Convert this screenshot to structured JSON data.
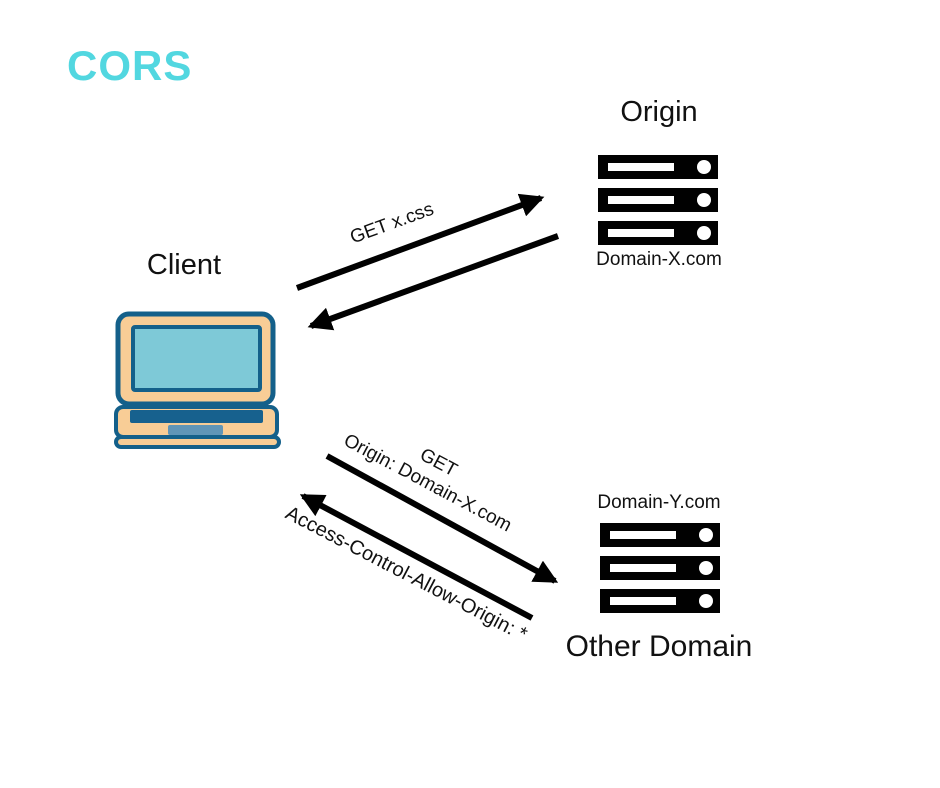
{
  "title": "CORS",
  "colors": {
    "accent": "#52D7E0",
    "text": "#111111",
    "arrow": "#010101",
    "server": "#010101",
    "laptop_body": "#F8CD96",
    "laptop_outline": "#14608A",
    "laptop_screen": "#7EC9D7",
    "laptop_keyboard": "#17618E",
    "laptop_touchpad": "#6095B7"
  },
  "client": {
    "label": "Client",
    "icon": "laptop-icon"
  },
  "origin_server": {
    "title": "Origin",
    "domain": "Domain-X.com",
    "icon": "server-rack-icon"
  },
  "other_server": {
    "title": "Other Domain",
    "domain": "Domain-Y.com",
    "icon": "server-rack-icon"
  },
  "messages": {
    "request_to_origin": "GET x.css",
    "request_to_other_line1": "GET",
    "request_to_other_line2": "Origin: Domain-X.com",
    "response_from_other": "Access-Control-Allow-Origin: *"
  }
}
